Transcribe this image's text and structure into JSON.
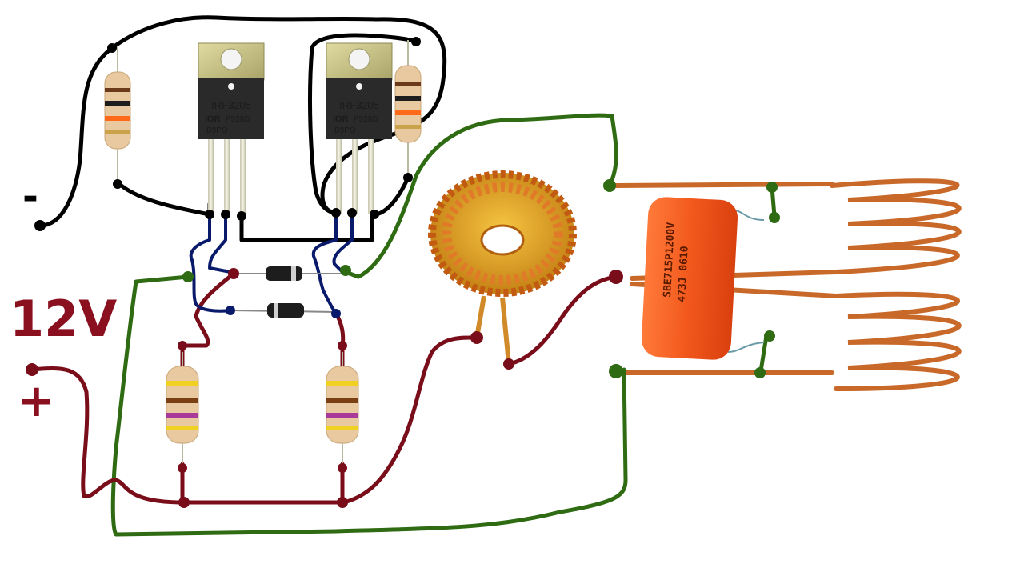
{
  "labels": {
    "voltage": "12V",
    "negative": "-",
    "positive": "+"
  },
  "mosfets": [
    {
      "part": "IRF3205",
      "maker": "IOR",
      "code": "P528D",
      "lot": "B9PO"
    },
    {
      "part": "IRF3205",
      "maker": "IOR",
      "code": "P528D",
      "lot": "B9PO"
    }
  ],
  "capacitor": {
    "line1": "SBE715P1200V",
    "line2": "473J  0610"
  },
  "colors": {
    "wire_black": "#000000",
    "wire_green": "#2e6b12",
    "wire_red": "#7a0d1a",
    "wire_blue": "#0a1a6b",
    "copper": "#c8692a",
    "capacitor": "#f2581c",
    "mosfet_tab": "#c9c48a",
    "mosfet_body": "#2a2a2a"
  }
}
